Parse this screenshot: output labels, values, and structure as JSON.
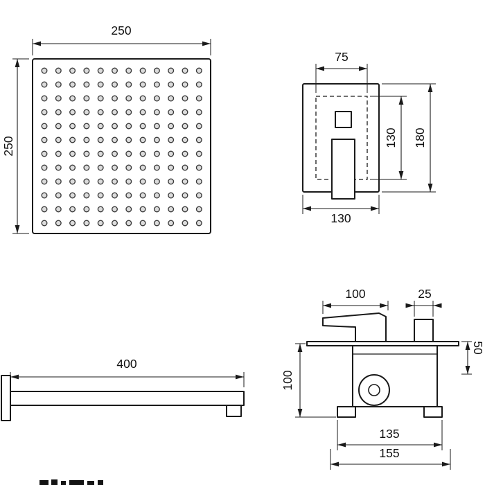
{
  "drawing": {
    "type": "shower-set-technical-dimension-drawing",
    "line_color": "#1a1a1a",
    "background": "#ffffff",
    "views": {
      "showerhead": {
        "name": "shower-head-front-view",
        "dim_width": "250",
        "dim_height": "250",
        "nozzle_grid": {
          "rows": 12,
          "cols": 12
        }
      },
      "mixer_front": {
        "name": "concealed-mixer-front-view",
        "dim_top_width": "75",
        "dim_inner_height": "130",
        "dim_outer_height": "180",
        "dim_bottom_width": "130"
      },
      "shower_arm": {
        "name": "wall-arm-side-view",
        "dim_length": "400"
      },
      "mixer_side": {
        "name": "concealed-mixer-side-view",
        "dim_handle": "100",
        "dim_outlet": "25",
        "dim_height": "100",
        "dim_feet_width": "135",
        "dim_total_width": "155",
        "dim_right_clipped": "50"
      }
    }
  }
}
